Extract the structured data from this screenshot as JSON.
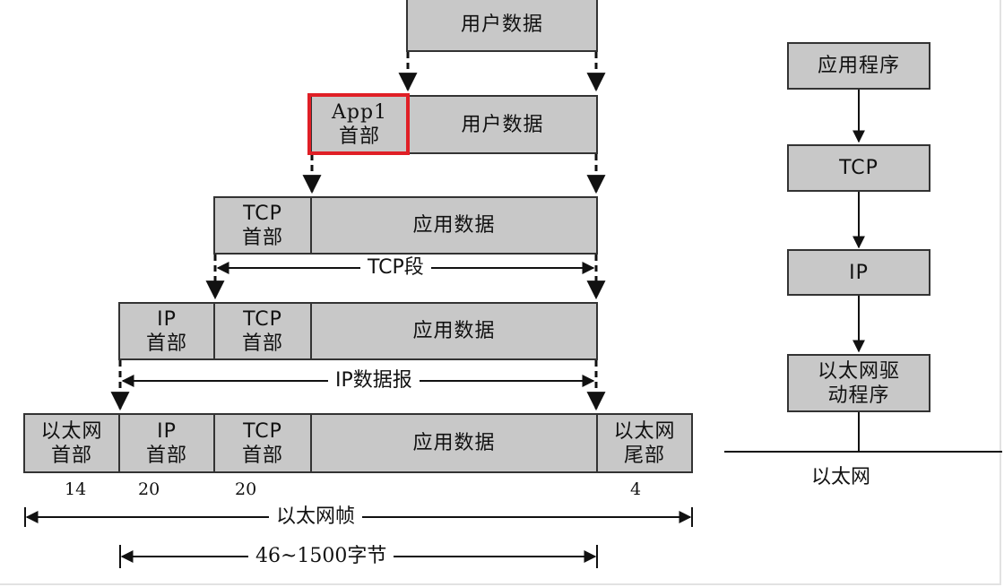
{
  "encapsulation": {
    "level1": {
      "user_data": "用户数据"
    },
    "level2": {
      "app_header": "App1\n首部",
      "user_data": "用户数据"
    },
    "level3": {
      "tcp_header": "TCP\n首部",
      "app_data": "应用数据",
      "span_label": "TCP段"
    },
    "level4": {
      "ip_header": "IP\n首部",
      "tcp_header": "TCP\n首部",
      "app_data": "应用数据",
      "span_label": "IP数据报"
    },
    "level5": {
      "eth_header": "以太网\n首部",
      "ip_header": "IP\n首部",
      "tcp_header": "TCP\n首部",
      "app_data": "应用数据",
      "eth_trailer": "以太网\n尾部",
      "sizes": {
        "eth_header": "14",
        "ip_header": "20",
        "tcp_header": "20",
        "eth_trailer": "4"
      },
      "frame_label": "以太网帧",
      "payload_label": "46~1500字节"
    }
  },
  "stack": {
    "layers": [
      "应用程序",
      "TCP",
      "IP",
      "以太网驱\n动程序"
    ],
    "network": "以太网"
  },
  "colors": {
    "box_fill": "#c8c8c8",
    "highlight": "#e01f26",
    "stroke": "#333333"
  }
}
